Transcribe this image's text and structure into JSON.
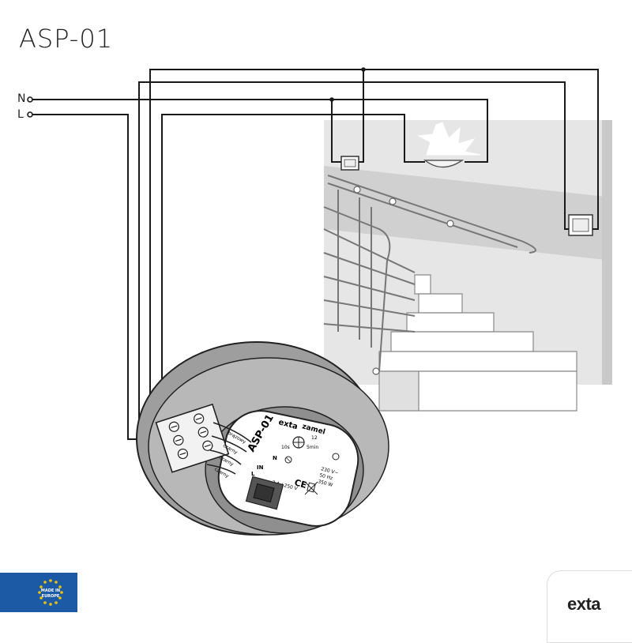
{
  "title": "ASP-01",
  "terminals": {
    "n": "N",
    "l": "L"
  },
  "device": {
    "brand": "exta",
    "brand2": "zamel",
    "model": "ASP-01",
    "wire_brown": "brązowy",
    "wire_black1": "czarny",
    "wire_black2": "czarny",
    "wire_black3": "czarny",
    "term_in": "IN",
    "term_l": "L",
    "term_n": "N",
    "dial_a": "10s",
    "dial_b": "5min",
    "dial_c": "12",
    "rating1": "230 V~",
    "rating2": "50 Hz",
    "rating3": "350 W",
    "fuse": "2 A / 250 V",
    "ce": "CE"
  },
  "badge": {
    "line1": "MADE IN",
    "line2": "EUROPE"
  },
  "footer_brand": "exta",
  "colors": {
    "wire": "#1a1a1a",
    "wall": "#e3e3e3",
    "shadow": "#bdbdbd",
    "flag": "#1d5aa6",
    "star": "#f2c300"
  }
}
